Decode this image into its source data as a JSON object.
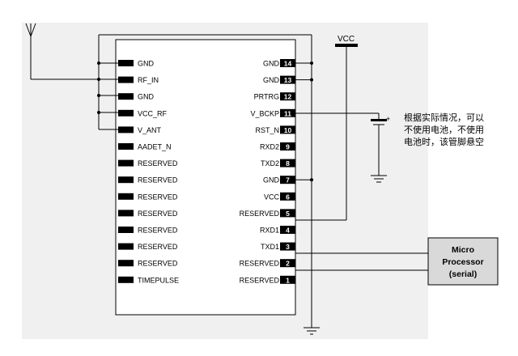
{
  "module": {
    "left_pins": [
      {
        "label": "GND"
      },
      {
        "label": "RF_IN"
      },
      {
        "label": "GND"
      },
      {
        "label": "VCC_RF"
      },
      {
        "label": "V_ANT"
      },
      {
        "label": "AADET_N"
      },
      {
        "label": "RESERVED"
      },
      {
        "label": "RESERVED"
      },
      {
        "label": "RESERVED"
      },
      {
        "label": "RESERVED"
      },
      {
        "label": "RESERVED"
      },
      {
        "label": "RESERVED"
      },
      {
        "label": "RESERVED"
      },
      {
        "label": "TIMEPULSE"
      }
    ],
    "right_pins": [
      {
        "label": "GND",
        "number": "14"
      },
      {
        "label": "GND",
        "number": "13"
      },
      {
        "label": "PRTRG",
        "number": "12"
      },
      {
        "label": "V_BCKP",
        "number": "11"
      },
      {
        "label": "RST_N",
        "number": "10"
      },
      {
        "label": "RXD2",
        "number": "9"
      },
      {
        "label": "TXD2",
        "number": "8"
      },
      {
        "label": "GND",
        "number": "7"
      },
      {
        "label": "VCC",
        "number": "6"
      },
      {
        "label": "RESERVED",
        "number": "5"
      },
      {
        "label": "RXD1",
        "number": "4"
      },
      {
        "label": "TXD1",
        "number": "3"
      },
      {
        "label": "RESERVED",
        "number": "2"
      },
      {
        "label": "RESERVED",
        "number": "1"
      }
    ]
  },
  "vcc_label": "VCC",
  "battery_polarity": "+",
  "processor_lines": [
    "Micro",
    "Processor",
    "(serial)"
  ],
  "note_lines": [
    "根据实际情况，可以",
    "不使用电池，不使用",
    "电池时，该管脚悬空"
  ]
}
